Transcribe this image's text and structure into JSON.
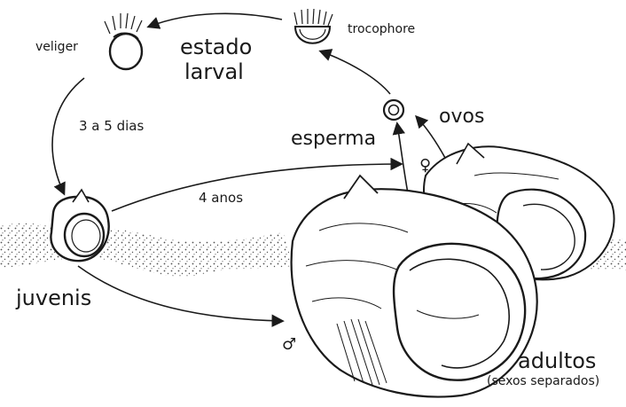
{
  "title": {
    "line1": "estado",
    "line2": "larval"
  },
  "stages": {
    "veliger": "veliger",
    "trocophore": "trocophore",
    "ovos": "ovos",
    "esperma": "esperma",
    "juvenis": "juvenis",
    "adultos": "adultos",
    "adultos_note": "(sexos separados)"
  },
  "durations": {
    "larval_to_juvenile": "3 a 5 dias",
    "juvenile_to_adult": "4 anos"
  },
  "symbols": {
    "female": "♀",
    "male": "♂"
  },
  "colors": {
    "ink": "#1a1a1a",
    "background": "#ffffff"
  }
}
